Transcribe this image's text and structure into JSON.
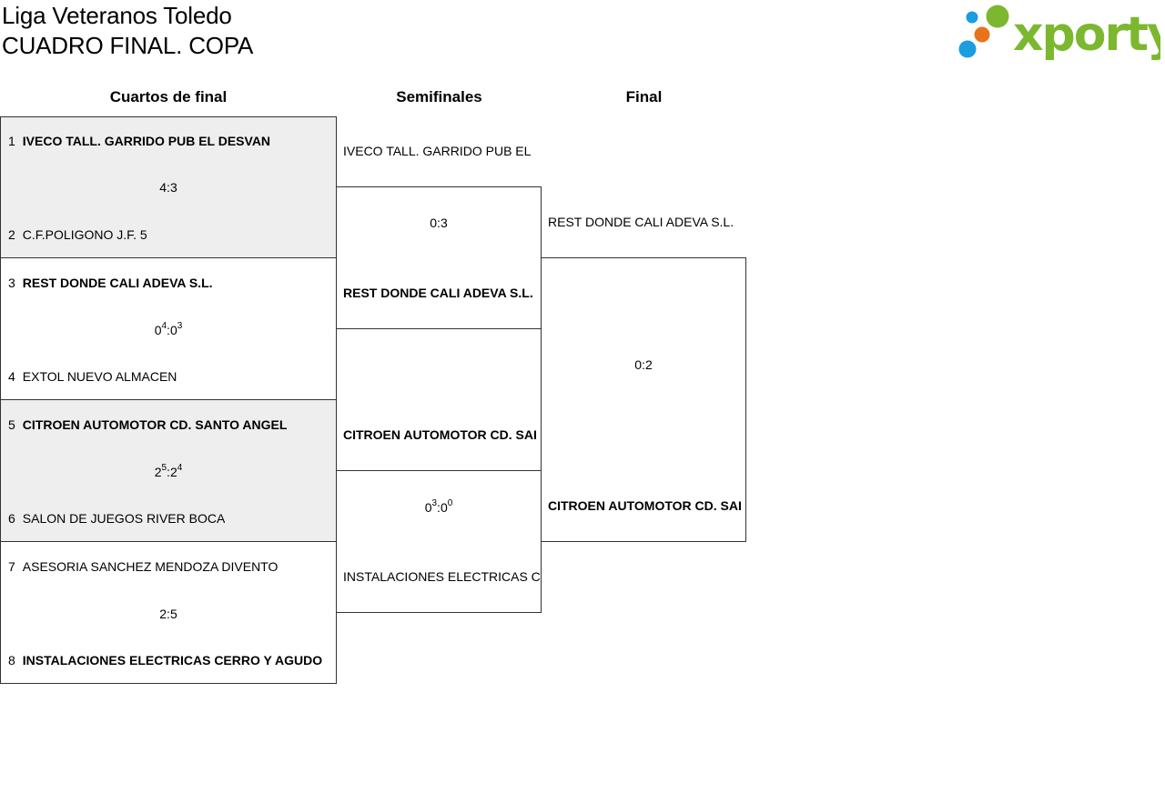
{
  "header": {
    "title_line1": "Liga Veteranos Toledo",
    "title_line2": "CUADRO FINAL. COPA",
    "logo_text": "xporty"
  },
  "colors": {
    "logo_green": "#7cb82f",
    "logo_blue": "#1a9ee0",
    "logo_orange": "#e8731a",
    "shade": "#eeeeee",
    "border": "#333333"
  },
  "rounds": {
    "quarterfinals": "Cuartos de final",
    "semifinals": "Semifinales",
    "final": "Final"
  },
  "quarterfinals": [
    {
      "team1": {
        "seed": "1",
        "name": "IVECO TALL. GARRIDO PUB EL DESVAN",
        "winner": true
      },
      "team2": {
        "seed": "2",
        "name": "C.F.POLIGONO J.F. 5",
        "winner": false
      },
      "score": {
        "a": "4",
        "a_sup": "",
        "b": "3",
        "b_sup": ""
      }
    },
    {
      "team1": {
        "seed": "3",
        "name": "REST DONDE CALI ADEVA S.L.",
        "winner": true
      },
      "team2": {
        "seed": "4",
        "name": "EXTOL NUEVO ALMACEN",
        "winner": false
      },
      "score": {
        "a": "0",
        "a_sup": "4",
        "b": "0",
        "b_sup": "3"
      }
    },
    {
      "team1": {
        "seed": "5",
        "name": "CITROEN AUTOMOTOR CD. SANTO ANGEL",
        "winner": true
      },
      "team2": {
        "seed": "6",
        "name": "SALON DE JUEGOS RIVER BOCA",
        "winner": false
      },
      "score": {
        "a": "2",
        "a_sup": "5",
        "b": "2",
        "b_sup": "4"
      }
    },
    {
      "team1": {
        "seed": "7",
        "name": "ASESORIA SANCHEZ MENDOZA DIVENTO",
        "winner": false
      },
      "team2": {
        "seed": "8",
        "name": "INSTALACIONES ELECTRICAS CERRO Y AGUDO",
        "winner": true
      },
      "score": {
        "a": "2",
        "a_sup": "",
        "b": "5",
        "b_sup": ""
      }
    }
  ],
  "semifinals": [
    {
      "team1": {
        "name": "IVECO TALL. GARRIDO PUB EL",
        "winner": false
      },
      "team2": {
        "name": "REST DONDE CALI ADEVA S.L.",
        "winner": true
      },
      "score": {
        "a": "0",
        "a_sup": "",
        "b": "3",
        "b_sup": ""
      }
    },
    {
      "team1": {
        "name": "CITROEN AUTOMOTOR CD. SAI",
        "winner": true
      },
      "team2": {
        "name": "INSTALACIONES ELECTRICAS C",
        "winner": false
      },
      "score": {
        "a": "0",
        "a_sup": "3",
        "b": "0",
        "b_sup": "0"
      }
    }
  ],
  "final": {
    "team1": {
      "name": "REST DONDE CALI ADEVA S.L.",
      "winner": false
    },
    "team2": {
      "name": "CITROEN AUTOMOTOR CD. SAI",
      "winner": true
    },
    "score": {
      "a": "0",
      "a_sup": "",
      "b": "2",
      "b_sup": ""
    }
  }
}
